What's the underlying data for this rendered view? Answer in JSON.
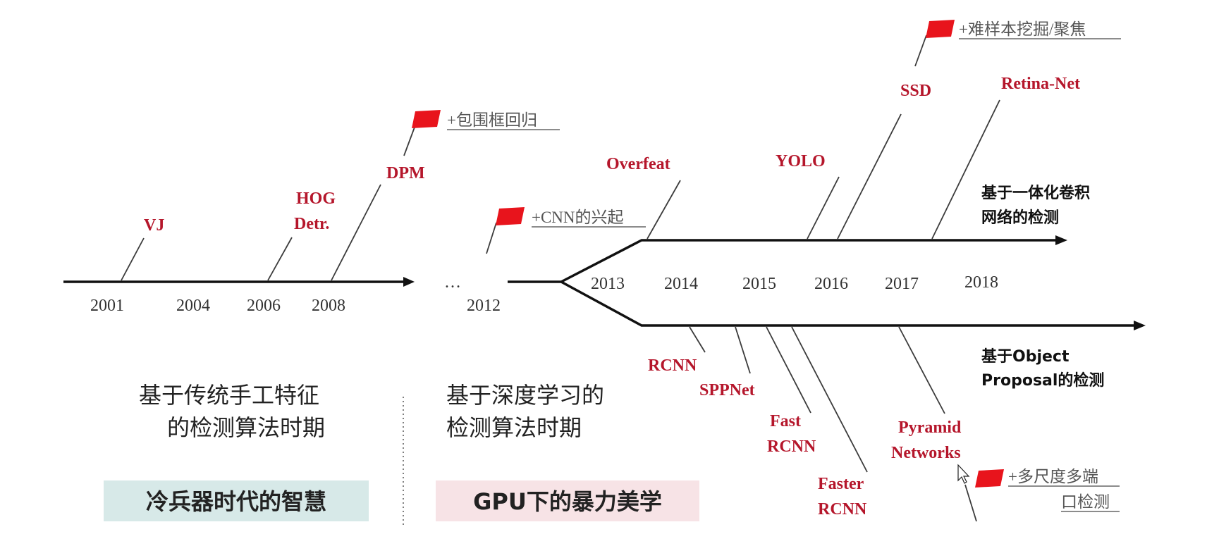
{
  "timeline_years": [
    {
      "id": "2001",
      "label": "2001"
    },
    {
      "id": "2004",
      "label": "2004"
    },
    {
      "id": "2006",
      "label": "2006"
    },
    {
      "id": "2008",
      "label": "2008"
    },
    {
      "id": "2012",
      "label": "2012"
    },
    {
      "id": "2013",
      "label": "2013"
    },
    {
      "id": "2014",
      "label": "2014"
    },
    {
      "id": "2015",
      "label": "2015"
    },
    {
      "id": "2016",
      "label": "2016"
    },
    {
      "id": "2017",
      "label": "2017"
    },
    {
      "id": "2018",
      "label": "2018"
    }
  ],
  "ellipsis": "…",
  "methods": {
    "vj": [
      "VJ"
    ],
    "hog": [
      "HOG",
      "Detr."
    ],
    "dpm": [
      "DPM"
    ],
    "overfeat": [
      "Overfeat"
    ],
    "yolo": [
      "YOLO"
    ],
    "ssd": [
      "SSD"
    ],
    "retina": [
      "Retina-Net"
    ],
    "rcnn": [
      "RCNN"
    ],
    "sppnet": [
      "SPPNet"
    ],
    "fast_rcnn": [
      "Fast",
      "RCNN"
    ],
    "faster_rcnn": [
      "Faster",
      "RCNN"
    ],
    "pyramid": [
      "Pyramid",
      "Networks"
    ]
  },
  "flag_notes": {
    "bbox_regression": [
      "+包围框回归"
    ],
    "cnn_rise": [
      "+CNN的兴起"
    ],
    "hard_mining": [
      "+难样本挖掘/聚焦"
    ],
    "multiscale": [
      "+多尺度多端",
      "口检测"
    ]
  },
  "branch_labels": {
    "one_stage": [
      "基于一体化卷积",
      "网络的检测"
    ],
    "two_stage": [
      "基于Object",
      "Proposal的检测"
    ]
  },
  "eras": {
    "traditional": [
      "基于传统手工特征",
      "的检测算法时期"
    ],
    "deep": [
      "基于深度学习的",
      "检测算法时期"
    ]
  },
  "badges": {
    "traditional": "冷兵器时代的智慧",
    "deep": "GPU下的暴力美学"
  },
  "colors": {
    "method_red": "#b5162b",
    "flag_red": "#e8141c",
    "badge_teal": "#d7e9e8",
    "badge_pink": "#f7e3e6"
  }
}
